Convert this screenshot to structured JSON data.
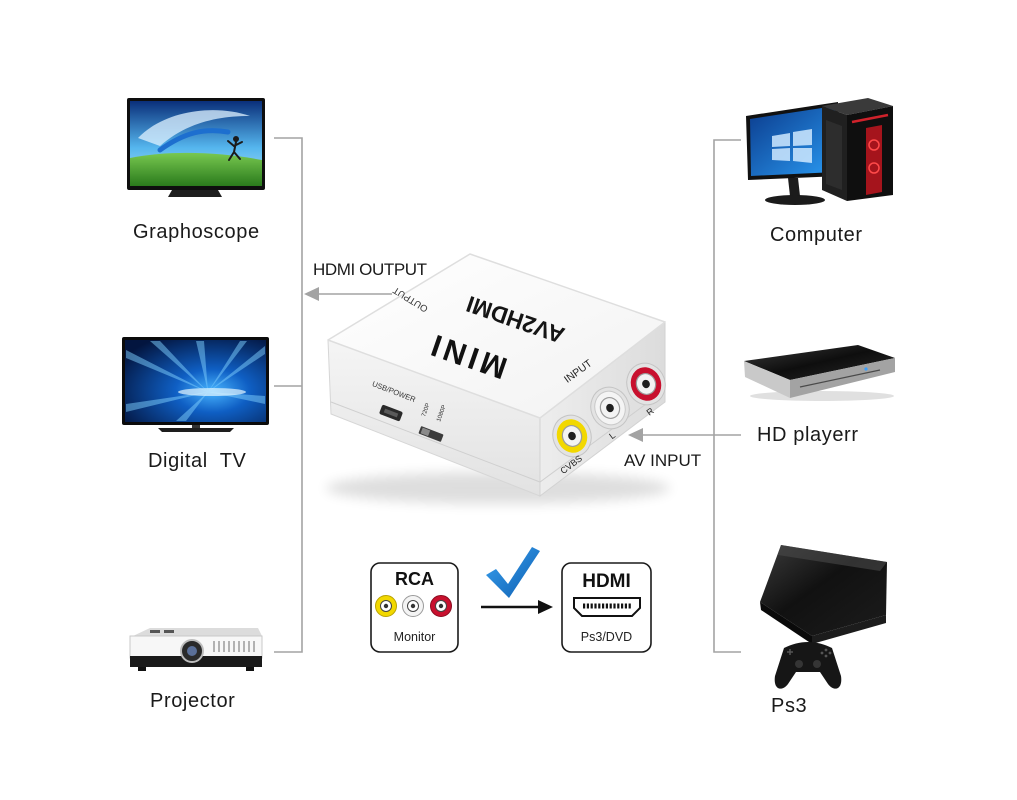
{
  "outputs": {
    "arrow_label": "HDMI OUTPUT",
    "items": [
      {
        "label": "Graphoscope",
        "icon": "flat-screen-tv-icon"
      },
      {
        "label": "Digital  TV",
        "icon": "digital-tv-icon"
      },
      {
        "label": "Projector",
        "icon": "projector-icon"
      }
    ]
  },
  "inputs": {
    "arrow_label": "AV INPUT",
    "items": [
      {
        "label": "Computer",
        "icon": "desktop-computer-icon"
      },
      {
        "label": "HD playerr",
        "icon": "hd-player-icon"
      },
      {
        "label": "Ps3",
        "icon": "game-console-icon"
      }
    ]
  },
  "converter": {
    "brand": "AV2HDMI",
    "model": "MINI",
    "output_port_label": "OUTPUT",
    "input_port_label": "INPUT",
    "power_port_label": "USB/POWER",
    "resolution_switch": [
      "720P",
      "1080P"
    ],
    "jacks": [
      {
        "label": "CVBS",
        "color": "#f2d800"
      },
      {
        "label": "L",
        "color": "#f4f4f4"
      },
      {
        "label": "R",
        "color": "#c8102e"
      }
    ]
  },
  "conversion": {
    "from": {
      "title": "RCA",
      "caption": "Monitor"
    },
    "to": {
      "title": "HDMI",
      "caption": "Ps3/DVD"
    },
    "status_icon": "checkmark-icon",
    "direction_icon": "right-arrow-icon"
  },
  "colors": {
    "connector_lines": "#a3a3a3",
    "check": "#1f7fd8",
    "text": "#1a1a1a",
    "device_body": "#fafafa"
  }
}
